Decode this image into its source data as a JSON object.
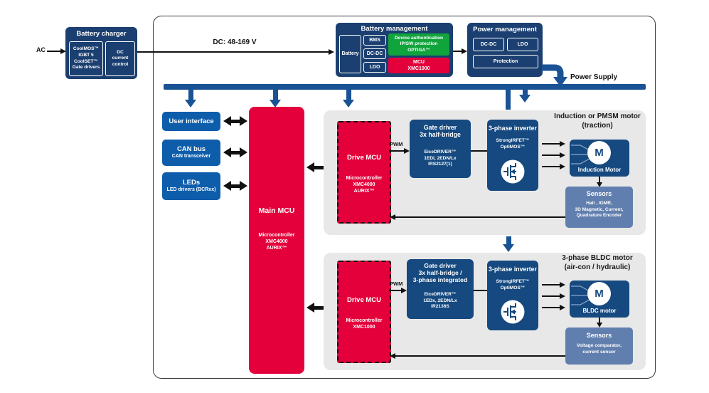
{
  "colors": {
    "navy": "#1b3f70",
    "component_navy": "#15497f",
    "bright_blue": "#0e5dab",
    "bus_blue": "#1a5296",
    "red": "#e4003a",
    "green": "#10a43c",
    "slate": "#617fae",
    "panel_gray": "#e8e8e8"
  },
  "labels": {
    "ac": "AC",
    "dc_link": "DC: 48-169 V",
    "power_supply": "Power Supply"
  },
  "battery_charger": {
    "title": "Battery charger",
    "module1_lines": [
      "CoolMOS™",
      "IGBT 5",
      "CoolSET™",
      "Gate drivers"
    ],
    "module2_lines": [
      "DC",
      "current",
      "control"
    ]
  },
  "battery_management": {
    "title": "Battery management",
    "battery": "Battery",
    "stack": [
      "BMS",
      "DC-DC",
      "LDO"
    ],
    "auth_lines": [
      "Device authentication",
      "IP/SW protection",
      "OPTIGA™"
    ],
    "mcu_lines": [
      "MCU",
      "XMC1000"
    ]
  },
  "power_management": {
    "title": "Power management",
    "dcdc": "DC-DC",
    "ldo": "LDO",
    "protection": "Protection"
  },
  "left_column": {
    "user_interface": {
      "title": "User interface"
    },
    "can_bus": {
      "title": "CAN bus",
      "subtitle": "CAN transceiver"
    },
    "leds": {
      "title": "LEDs",
      "subtitle": "LED drivers (BCRxx)"
    }
  },
  "main_mcu": {
    "title": "Main MCU",
    "lines": [
      "Microcontroller",
      "XMC4000",
      "AURIX™"
    ]
  },
  "sections": [
    {
      "drive_mcu": {
        "title": "Drive MCU",
        "lines": [
          "Microcontroller",
          "XMC4000",
          "AURIX™"
        ]
      },
      "pwm": "PWM",
      "gate_driver": {
        "title_lines": [
          "Gate driver",
          "3x half-bridge",
          ""
        ],
        "part_lines": [
          "EiceDRIVER™",
          "1EDI, 2EDN/Lx",
          "IRS2127(1)"
        ]
      },
      "inverter": {
        "title": "3-phase inverter",
        "part_lines": [
          "StrongIRFET™",
          "OptiMOS™"
        ]
      },
      "motor_heading_lines": [
        "Induction or PMSM motor",
        "(traction)"
      ],
      "motor": {
        "symbol": "M",
        "label": "Induction Motor"
      },
      "sensors": {
        "title": "Sensors",
        "lines": [
          "Hall , IGMR,",
          "3D Magnetic, Current,",
          "Quadrature Encoder"
        ]
      }
    },
    {
      "drive_mcu": {
        "title": "Drive MCU",
        "lines": [
          "Microcontroller",
          "XMC1000",
          ""
        ]
      },
      "pwm": "PWM",
      "gate_driver": {
        "title_lines": [
          "Gate driver",
          "3x half-bridge /",
          "3-phase integrated"
        ],
        "part_lines": [
          "EiceDRIVER™",
          "1EDx, 2EDN/Lx",
          "IR2136S"
        ]
      },
      "inverter": {
        "title": "3-phase inverter",
        "part_lines": [
          "StrongIRFET™",
          "OptiMOS™"
        ]
      },
      "motor_heading_lines": [
        "3-phase BLDC motor",
        "(air-con / hydraulic)"
      ],
      "motor": {
        "symbol": "M",
        "label": "BLDC motor"
      },
      "sensors": {
        "title": "Sensors",
        "lines": [
          "Voltage comparator,",
          "current sensor",
          ""
        ]
      }
    }
  ]
}
